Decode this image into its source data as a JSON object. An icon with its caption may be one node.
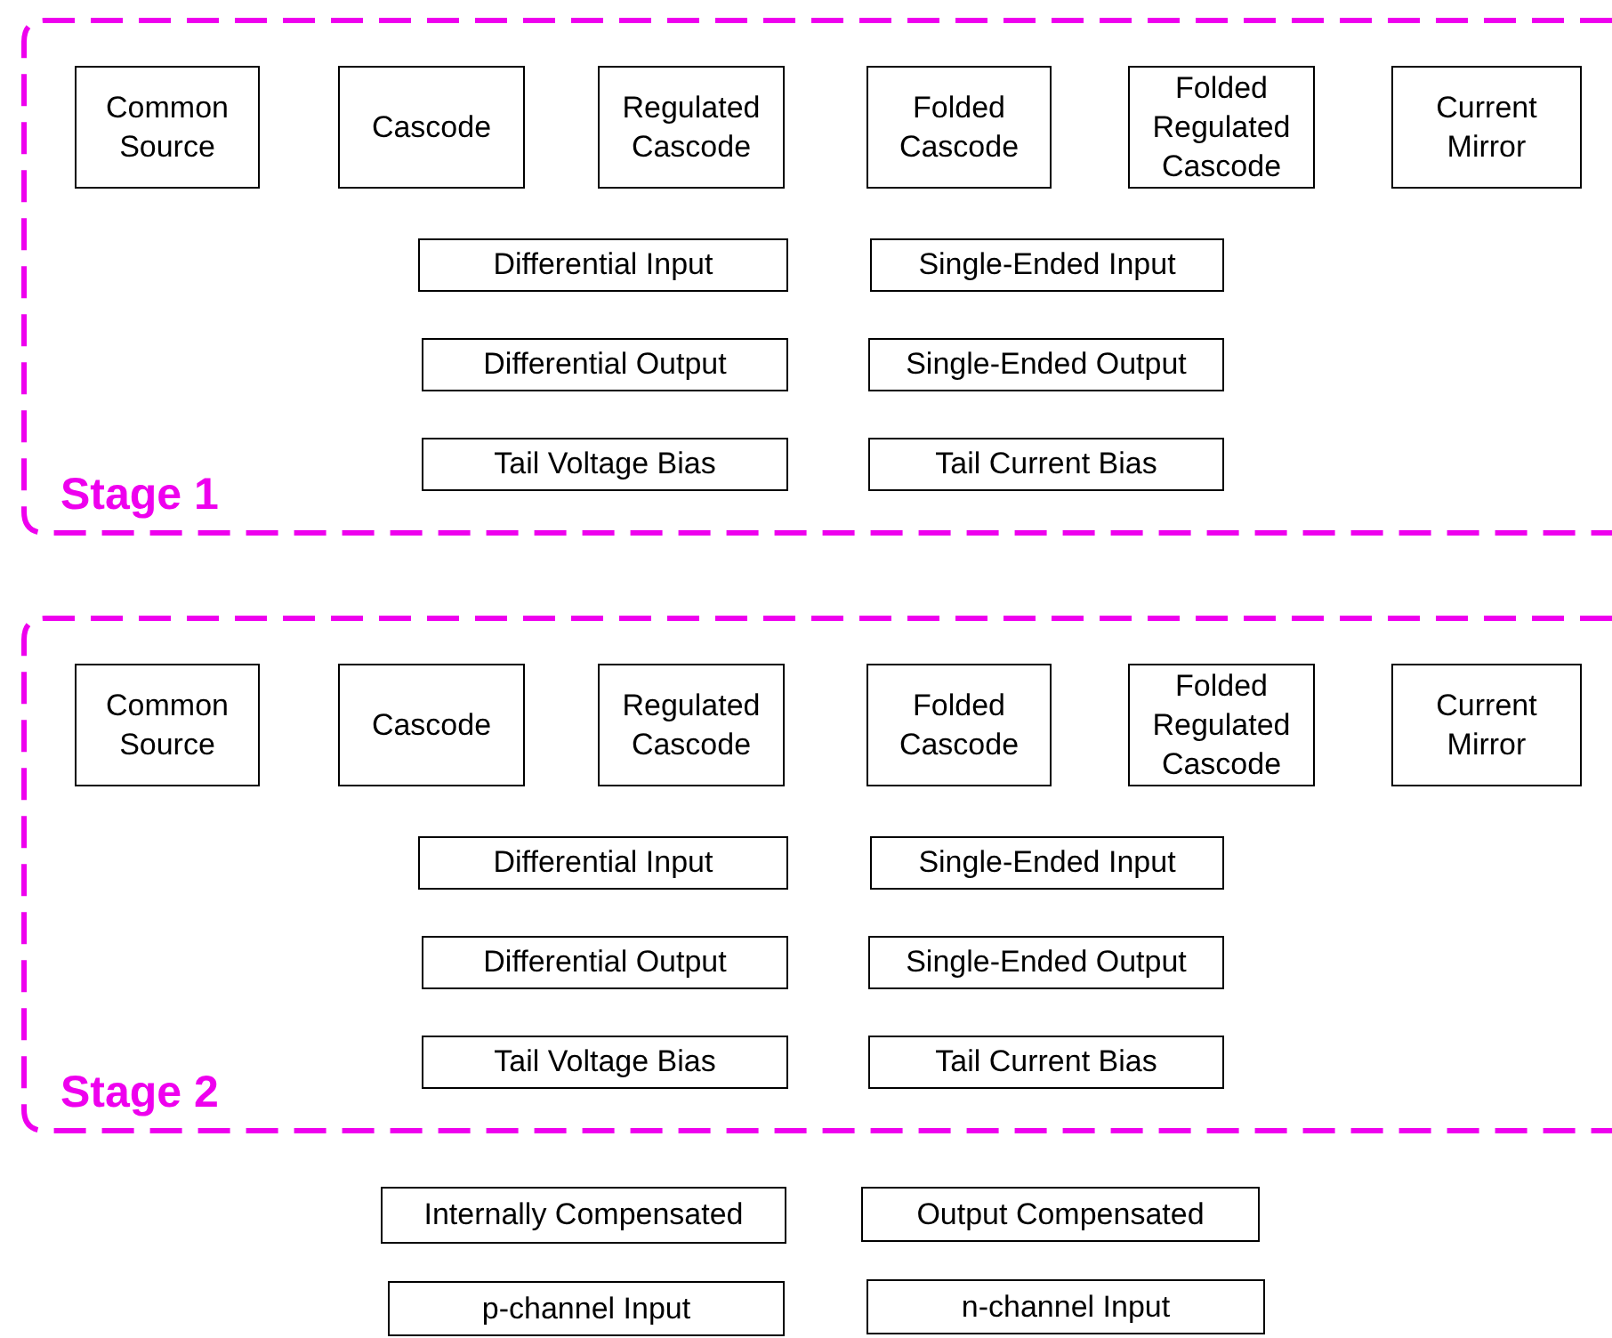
{
  "diagram": {
    "nodes": [
      {
        "text": [
          "Stage 1"
        ]
      },
      {
        "text": [
          "Common Source"
        ],
        "in": 0
      },
      {
        "text": [
          "Cascode"
        ],
        "in": 0
      },
      {
        "text": [
          "Regulated Cascode"
        ],
        "in": 0
      },
      {
        "text": [
          "Folded Cascode"
        ],
        "in": 0
      },
      {
        "text": [
          "Folded Regulated Cascode"
        ],
        "in": 0
      },
      {
        "text": [
          "Current Mirror"
        ],
        "in": 0
      },
      {
        "text": [
          "Differential Input"
        ],
        "in": 0
      },
      {
        "text": [
          "Single-Ended Input"
        ],
        "in": 0
      },
      {
        "text": [
          "Differential Output"
        ],
        "in": 0
      },
      {
        "text": [
          "Single-Ended Output"
        ],
        "in": 0
      },
      {
        "text": [
          "Tail Voltage Bias"
        ],
        "in": 0
      },
      {
        "text": [
          "Tail Current Bias"
        ],
        "in": 0
      },
      {
        "text": [
          "Stage 2"
        ]
      },
      {
        "text": [
          "Common Source"
        ],
        "in": 13
      },
      {
        "text": [
          "Cascode"
        ],
        "in": 13
      },
      {
        "text": [
          "Regulated Cascode"
        ],
        "in": 13
      },
      {
        "text": [
          "Folded Cascode"
        ],
        "in": 13
      },
      {
        "text": [
          "Folded Regulated Cascode"
        ],
        "in": 13
      },
      {
        "text": [
          "Current Mirror"
        ],
        "in": 13
      },
      {
        "text": [
          "Differential Input"
        ],
        "in": 13
      },
      {
        "text": [
          "Single-Ended Input"
        ],
        "in": 13
      },
      {
        "text": [
          "Differential Output"
        ],
        "in": 13
      },
      {
        "text": [
          "Single-Ended Output"
        ],
        "in": 13
      },
      {
        "text": [
          "Tail Voltage Bias"
        ],
        "in": 13
      },
      {
        "text": [
          "Tail Current Bias"
        ],
        "in": 13
      },
      {
        "text": [
          "Internally Compensated"
        ]
      },
      {
        "text": [
          "Output Compensated"
        ]
      },
      {
        "text": [
          "p-channel Input"
        ]
      },
      {
        "text": [
          "n-channel Input"
        ]
      }
    ]
  }
}
